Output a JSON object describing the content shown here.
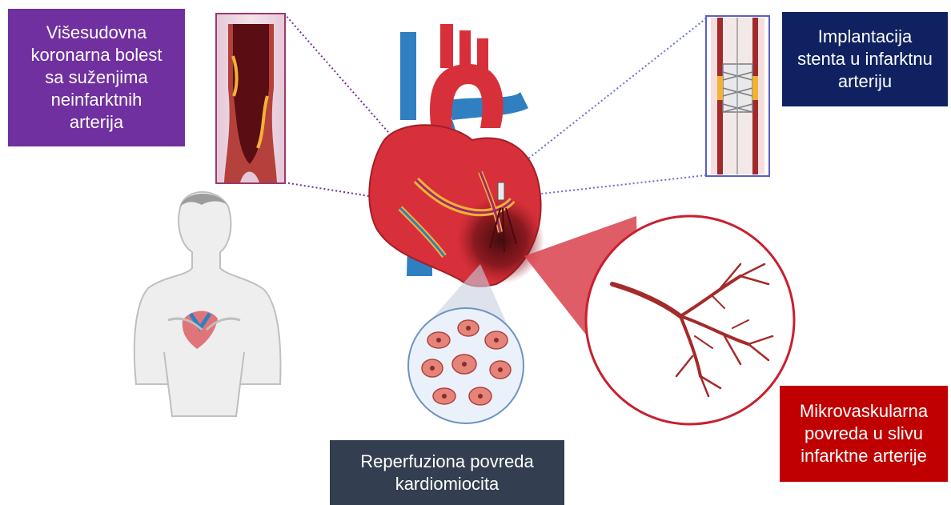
{
  "labels": {
    "multivessel": "Višesudovna\nkoronarna bolest\nsa suženjima\nneinfarktnih\narterija",
    "stent": "Implantacija\nstenta u infarktnu\narteriju",
    "reperfusion": "Reperfuziona povreda\nkardiomiocita",
    "microvascular": "Mikrovaskularna\npovreda u slivu\ninfarktne arterije"
  },
  "colors": {
    "multivessel_box": "#7030a0",
    "stent_box": "#0f2160",
    "reperfusion_box": "#333f50",
    "microvascular_box": "#c00000",
    "heart_red": "#d7303a",
    "vessel_blue": "#2f7fc1",
    "fat_yellow": "#f2b233",
    "vessel_magenta": "#a0286e",
    "stent_frame": "#5b5fc7",
    "circle_red": "#c8202e"
  },
  "icons": [
    "human-torso-icon",
    "heart-anatomy-icon",
    "narrowed-artery-icon",
    "stented-artery-icon",
    "cardiomyocyte-tissue-icon",
    "microvessel-tree-icon"
  ]
}
